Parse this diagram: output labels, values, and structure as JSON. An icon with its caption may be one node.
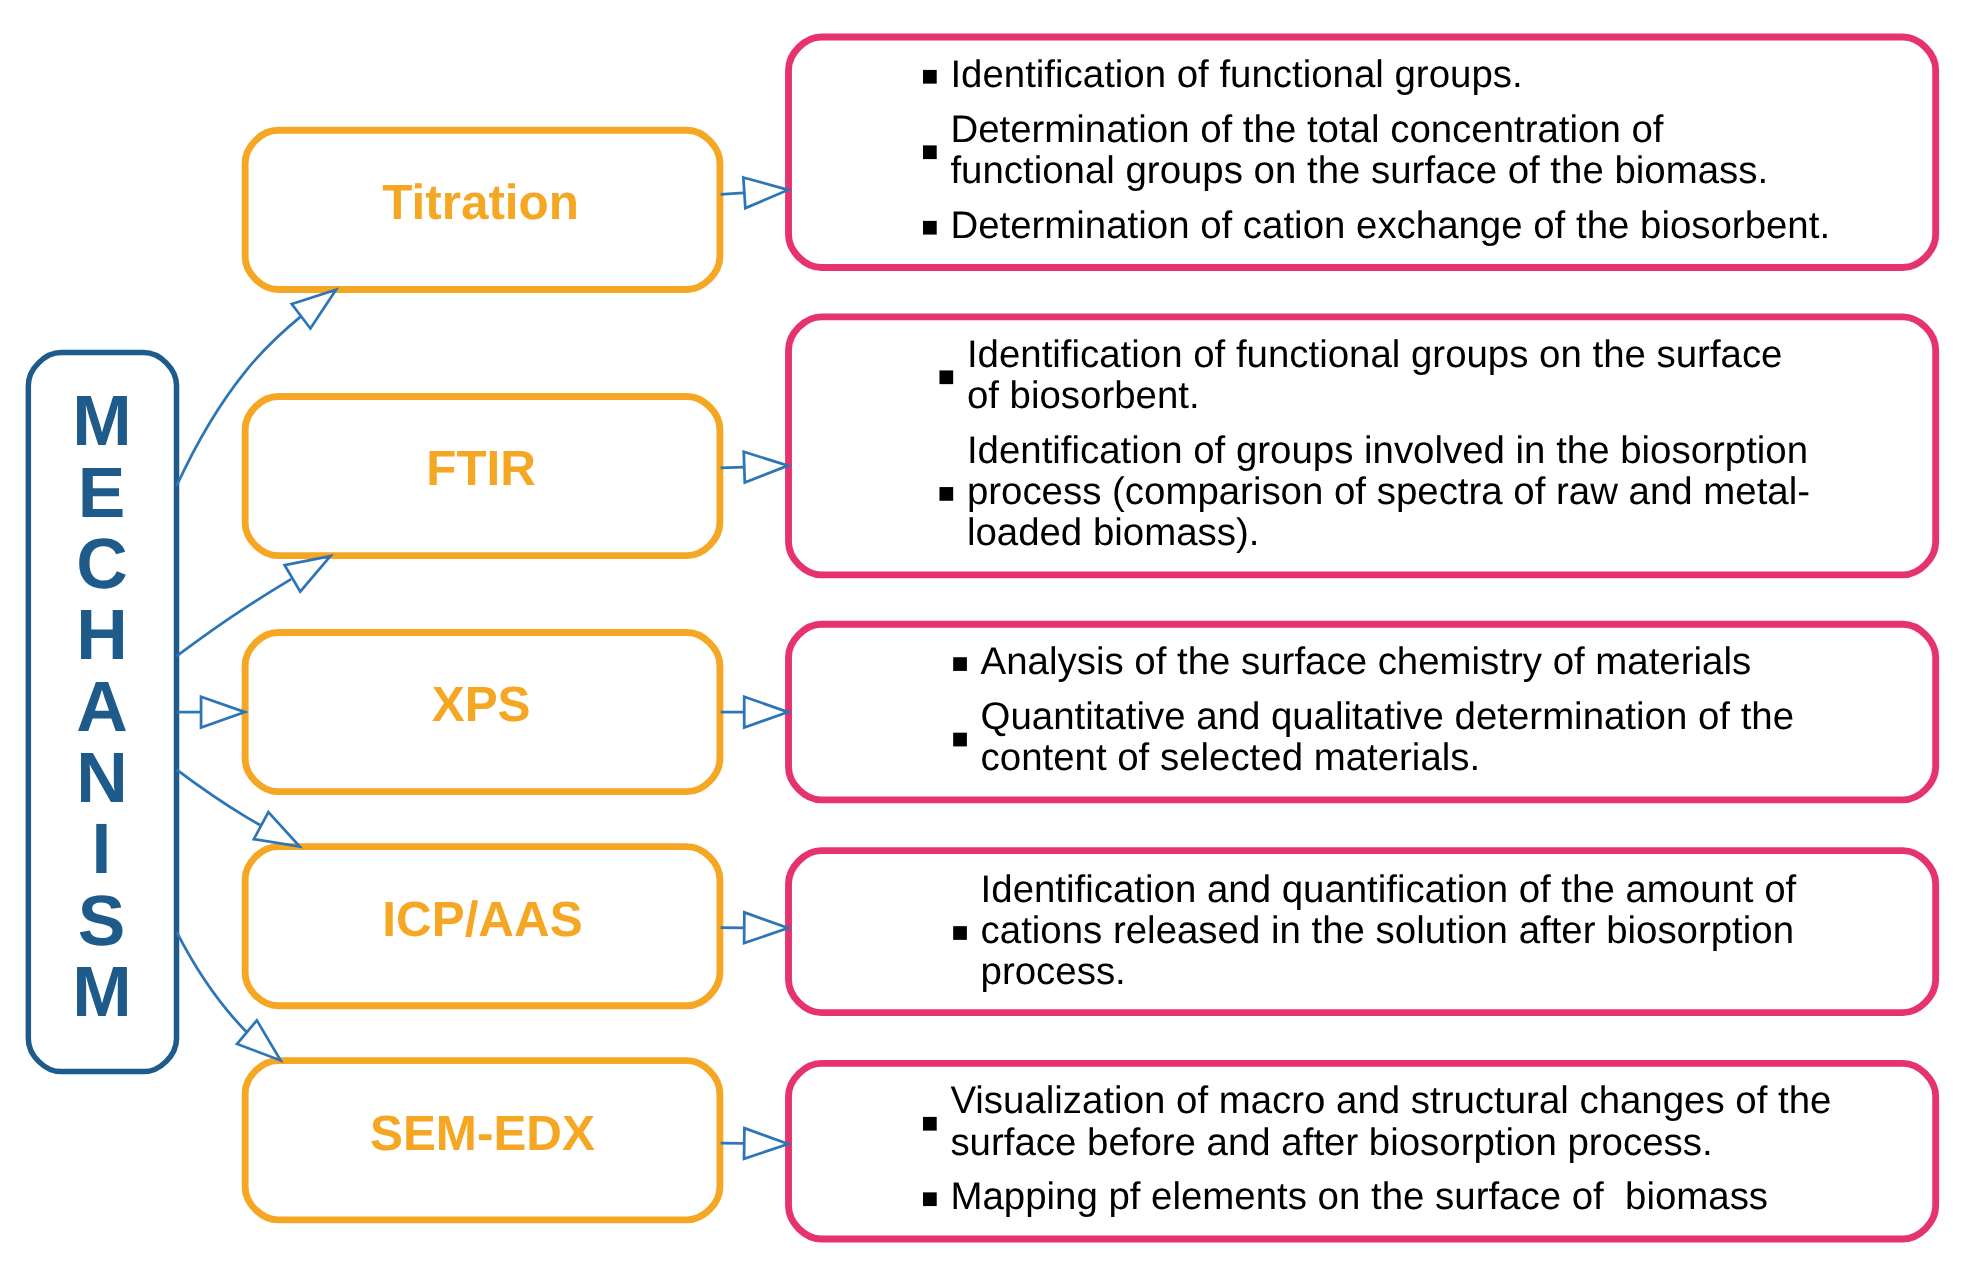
{
  "diagram": {
    "nodes": [
      {
        "text": [
          "MECHANISM"
        ]
      },
      {
        "text": [
          "Titration"
        ]
      },
      {
        "text": [
          "Identification of functional groups.",
          "Determination of the total concentration of functional groups on the surface of the biomass.",
          "Determination of cation exchange of the biosorbent."
        ]
      },
      {
        "text": [
          "FTIR"
        ]
      },
      {
        "text": [
          "Identification of functional groups on the surface of biosorbent.",
          "Identification of groups involved in the biosorption process (comparison of spectra of raw and metal-loaded biomass)."
        ]
      },
      {
        "text": [
          "XPS"
        ]
      },
      {
        "text": [
          "Analysis of the surface chemistry of materials",
          "Quantitative and qualitative determination of the content of selected materials."
        ]
      },
      {
        "text": [
          "ICP/AAS"
        ]
      },
      {
        "text": [
          "Identification and quantification of the amount of cations released in the solution after biosorption process."
        ]
      },
      {
        "text": [
          "SEM-EDX"
        ]
      },
      {
        "text": [
          "Visualization of macro and structural changes of the surface before and after biosorption process.",
          "Mapping pf elements on the surface of  biomass"
        ]
      }
    ],
    "edges": [
      {
        "from": 0,
        "to": 1,
        "arrow": "to"
      },
      {
        "from": 1,
        "to": 2,
        "arrow": "to"
      },
      {
        "from": 0,
        "to": 3,
        "arrow": "to"
      },
      {
        "from": 3,
        "to": 4,
        "arrow": "to"
      },
      {
        "from": 0,
        "to": 5,
        "arrow": "to"
      },
      {
        "from": 5,
        "to": 6,
        "arrow": "to"
      },
      {
        "from": 0,
        "to": 7,
        "arrow": "to"
      },
      {
        "from": 7,
        "to": 8,
        "arrow": "to"
      },
      {
        "from": 0,
        "to": 9,
        "arrow": "to"
      },
      {
        "from": 9,
        "to": 10,
        "arrow": "to"
      }
    ]
  }
}
